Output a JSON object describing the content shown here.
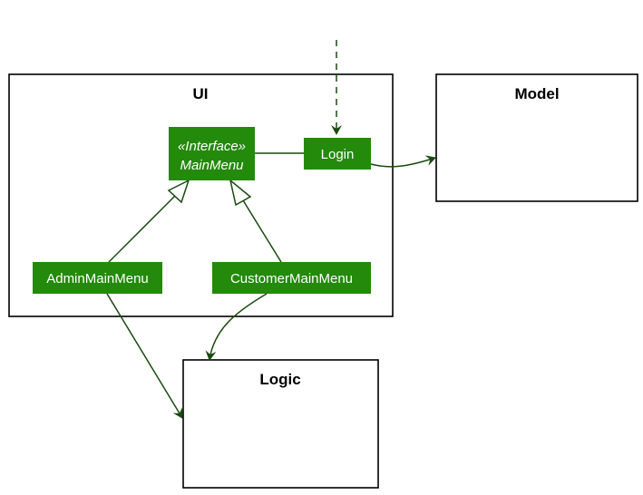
{
  "colors": {
    "class_fill": "#238a0b",
    "class_text": "#ffffff",
    "arrow": "#1a4a10",
    "package_border": "#000000",
    "background": "#ffffff"
  },
  "packages": {
    "ui": {
      "title": "UI"
    },
    "model": {
      "title": "Model"
    },
    "logic": {
      "title": "Logic"
    }
  },
  "classes": {
    "main_menu": {
      "stereotype": "«Interface»",
      "name": "MainMenu"
    },
    "login": {
      "name": "Login"
    },
    "admin_main_menu": {
      "name": "AdminMainMenu"
    },
    "customer_main_menu": {
      "name": "CustomerMainMenu"
    }
  }
}
